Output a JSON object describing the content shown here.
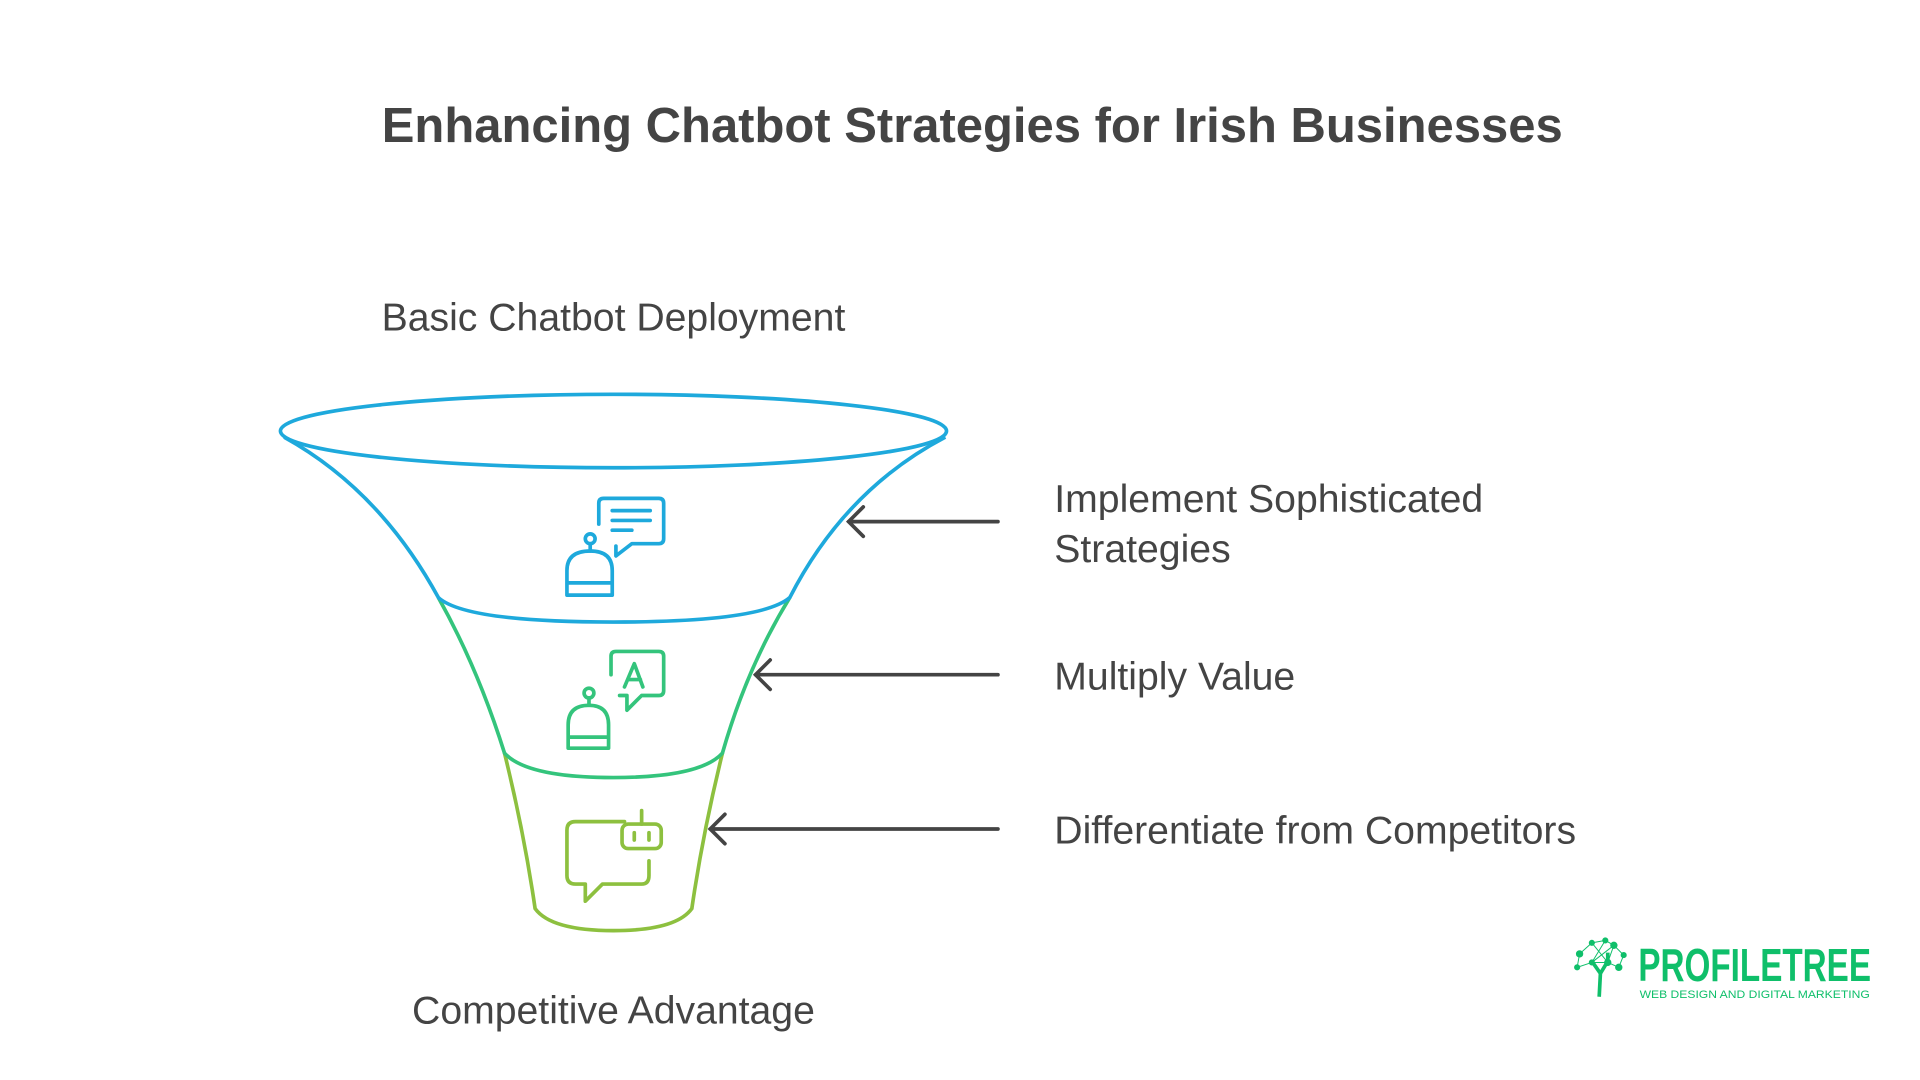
{
  "title": "Enhancing Chatbot Strategies for Irish Businesses",
  "funnel": {
    "top_label": "Basic Chatbot Deployment",
    "bottom_label": "Competitive Advantage",
    "stages": [
      {
        "label_lines": [
          "Implement Sophisticated",
          "Strategies"
        ],
        "icon": "robot-chat-message-icon",
        "color": "#1ea9dc"
      },
      {
        "label_lines": [
          "Multiply Value"
        ],
        "icon": "robot-translate-icon",
        "color": "#34c47c"
      },
      {
        "label_lines": [
          "Differentiate from Competitors"
        ],
        "icon": "chat-bot-bubble-icon",
        "color": "#8dc03f"
      }
    ]
  },
  "logo": {
    "name": "PROFILETREE",
    "tagline": "WEB DESIGN AND DIGITAL MARKETING",
    "color": "#0fbf6a"
  }
}
